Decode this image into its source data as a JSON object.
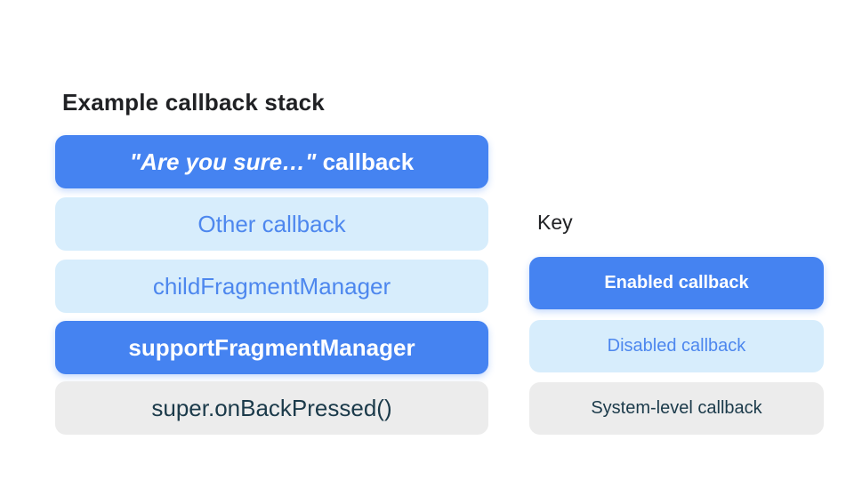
{
  "colors": {
    "enabled_bg": "#4583f1",
    "enabled_text": "#ffffff",
    "disabled_bg": "#d7edfc",
    "disabled_text": "#4d87ee",
    "system_bg": "#ececec",
    "system_text": "#1b3a4a",
    "heading_text": "#202124",
    "background": "#ffffff"
  },
  "stack": {
    "title": "Example callback stack",
    "items": [
      {
        "label_italic": "\"Are you sure…\"",
        "label_rest": " callback",
        "type": "enabled"
      },
      {
        "label": "Other callback",
        "type": "disabled"
      },
      {
        "label": "childFragmentManager",
        "type": "disabled"
      },
      {
        "label": "supportFragmentManager",
        "type": "enabled"
      },
      {
        "label": "super.onBackPressed()",
        "type": "system"
      }
    ]
  },
  "key": {
    "title": "Key",
    "items": [
      {
        "label": "Enabled callback",
        "type": "enabled"
      },
      {
        "label": "Disabled callback",
        "type": "disabled"
      },
      {
        "label": "System-level callback",
        "type": "system"
      }
    ]
  }
}
